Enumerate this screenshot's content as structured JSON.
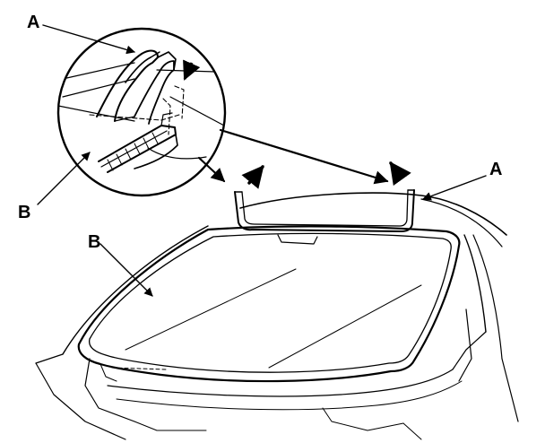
{
  "callouts": {
    "a_top_left": "A",
    "b_left_mid": "B",
    "b_windshield": "B",
    "a_right": "A"
  },
  "colors": {
    "ink": "#000000",
    "paper": "#ffffff"
  },
  "icons": [
    "removal-arrow-icon"
  ]
}
